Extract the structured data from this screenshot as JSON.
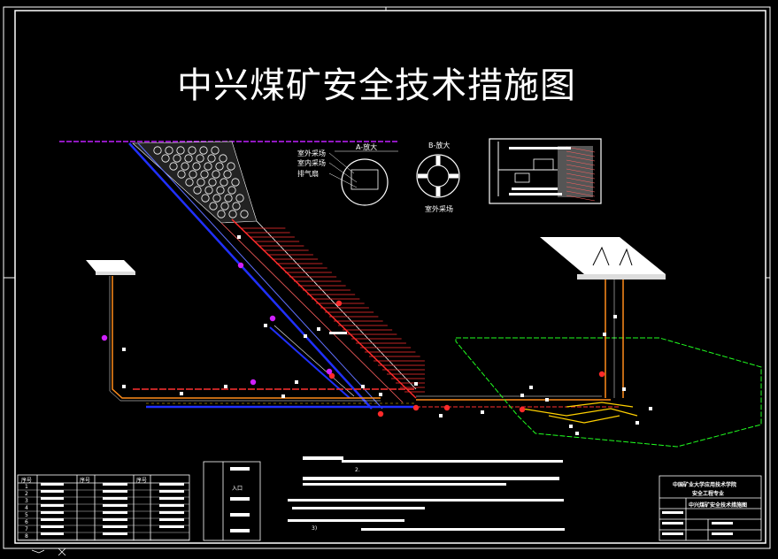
{
  "title": "中兴煤矿安全技术措施图",
  "detail_a": {
    "label": "A-放大",
    "items": [
      "室外采场",
      "室内采场",
      "排气扇"
    ]
  },
  "detail_b": {
    "label": "B-放大",
    "caption": "室外采场"
  },
  "title_block": {
    "school": "中国矿业大学应用技术学院",
    "dept": "安全工程专业",
    "drawing_name": "中兴煤矿安全技术措施图"
  },
  "legend_headers": [
    "序号",
    "序号",
    "序号"
  ],
  "legend_numbers": [
    "1",
    "2",
    "3",
    "4",
    "5",
    "6",
    "7",
    "8"
  ],
  "notes_label_2": "2.",
  "notes_label_3": "3)",
  "misc_legend_label": "入口",
  "colors": {
    "background": "#000000",
    "border": "#ffffff",
    "airway_red": "#ff2a2a",
    "airway_blue": "#2030ff",
    "pipe_orange": "#ff8c1a",
    "purple": "#c020ff",
    "green": "#20ff20",
    "yellow": "#ffd000"
  }
}
